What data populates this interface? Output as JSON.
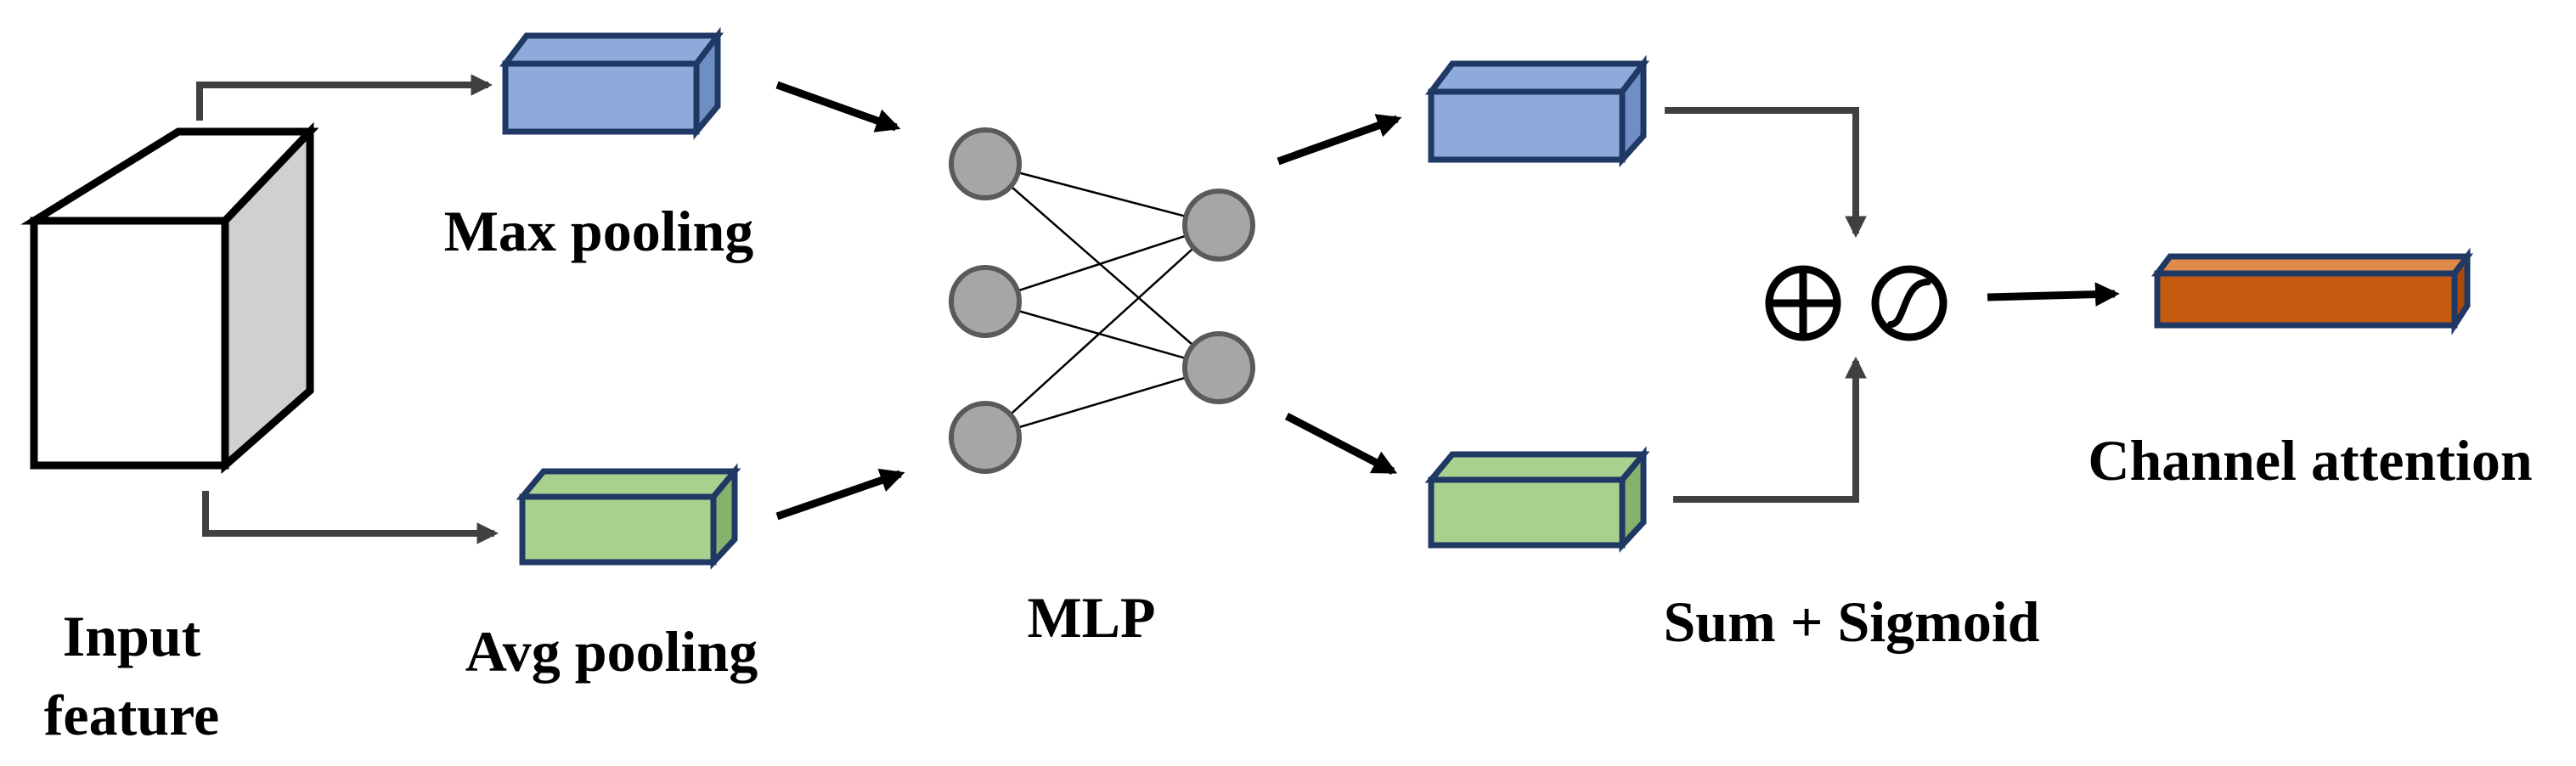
{
  "labels": {
    "input_feature_line1": "Input",
    "input_feature_line2": "feature",
    "max_pooling": "Max pooling",
    "avg_pooling": "Avg pooling",
    "mlp": "MLP",
    "sum_sigmoid": "Sum + Sigmoid",
    "channel_attention": "Channel attention"
  },
  "colors": {
    "max_pool_fill": "#8eaadb",
    "max_pool_side": "#6f8fc4",
    "avg_pool_fill": "#a9d18e",
    "avg_pool_side": "#86b36b",
    "attention_fill": "#c55a11",
    "attention_top": "#e08a4a",
    "block_outline": "#1f3864",
    "cube_side": "#d0d0d0",
    "neuron_fill": "#a6a6a6",
    "connector": "#404040"
  },
  "icons": [
    "sum-icon",
    "sigmoid-icon"
  ]
}
